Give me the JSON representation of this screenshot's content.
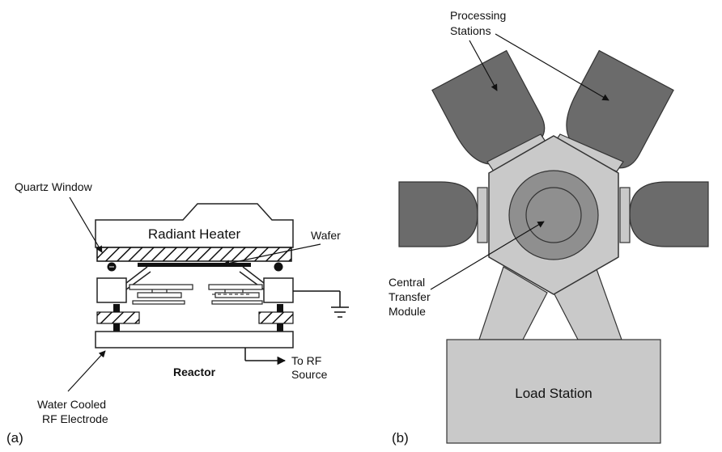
{
  "panel_a": {
    "caption": "(a)",
    "quartz_window": "Quartz Window",
    "radiant_heater": "Radiant Heater",
    "wafer": "Wafer",
    "reactor": "Reactor",
    "to_rf_line1": "To RF",
    "to_rf_line2": "Source",
    "electrode_line1": "Water Cooled",
    "electrode_line2": "RF Electrode"
  },
  "panel_b": {
    "caption": "(b)",
    "processing_line1": "Processing",
    "processing_line2": "Stations",
    "central_line1": "Central",
    "central_line2": "Transfer",
    "central_line3": "Module",
    "load_station": "Load Station"
  },
  "colors": {
    "dark_gray": "#6b6b6b",
    "light_gray": "#c9c9c9",
    "mid_gray": "#8f8f8f",
    "outline": "#222222"
  }
}
